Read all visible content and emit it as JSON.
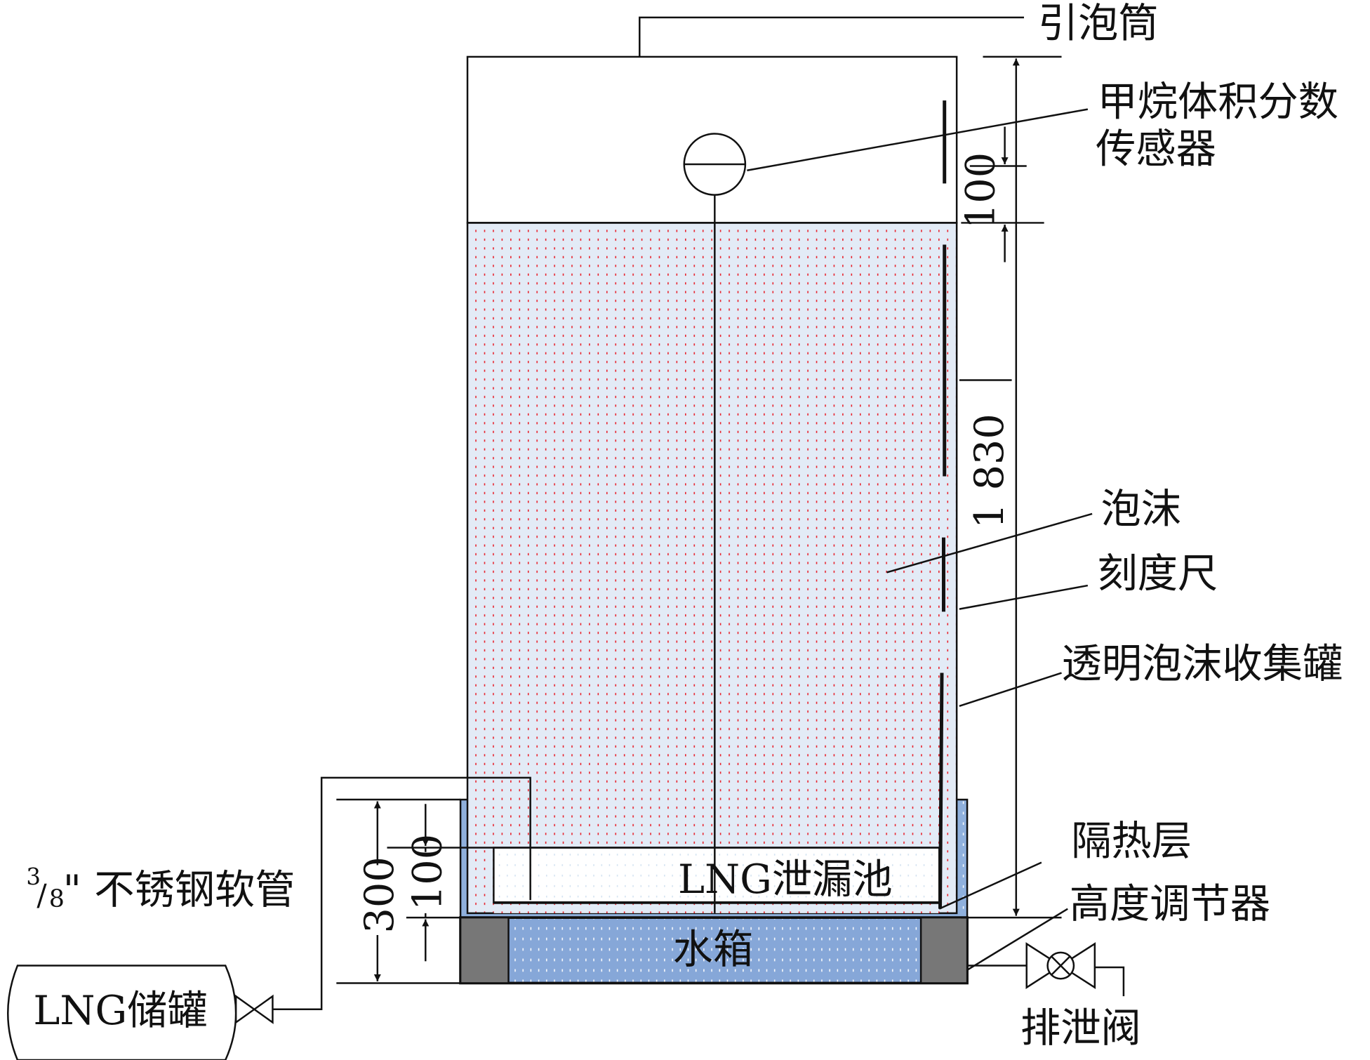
{
  "labels": {
    "foam_tube": "引泡筒",
    "sensor_line1": "甲烷体积分数",
    "sensor_line2": "传感器",
    "foam": "泡沫",
    "scale": "刻度尺",
    "collector": "透明泡沫收集罐",
    "insulation": "隔热层",
    "height_adjuster": "高度调节器",
    "drain_valve": "排泄阀",
    "pool": "LNG泄漏池",
    "water_tank": "水箱",
    "storage_tank": "LNG储罐",
    "hose_fraction_num": "3",
    "hose_fraction_den": "8",
    "hose": "\" 不锈钢软管"
  },
  "dimensions": {
    "sensor_offset": "100",
    "total_height": "1 830",
    "base_height": "300",
    "pool_depth": "100"
  },
  "colors": {
    "foam": "#e3ebf6",
    "foam_dots": "#e8202a",
    "insulation": "#8fb0dc",
    "water": "#86a7d8",
    "adjuster": "#777777"
  }
}
